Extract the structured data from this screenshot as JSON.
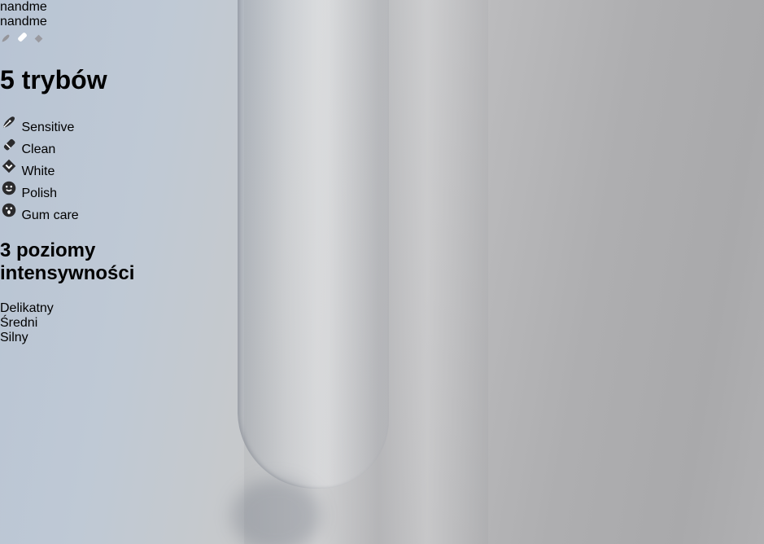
{
  "modes_panel": {
    "title": "5 trybów",
    "items": [
      {
        "label": "Sensitive",
        "icon": "pen-icon"
      },
      {
        "label": "Clean",
        "icon": "eraser-icon"
      },
      {
        "label": "White",
        "icon": "diamond-check-icon"
      },
      {
        "label": "Polish",
        "icon": "smiley-icon"
      },
      {
        "label": "Gum care",
        "icon": "open-mouth-icon"
      }
    ]
  },
  "intensity_panel": {
    "title_line1": "3 poziomy",
    "title_line2": "intensywności",
    "levels": [
      {
        "label": "Delikatny",
        "dots": [
          "on",
          "off",
          "off"
        ]
      },
      {
        "label": "Średni",
        "dots": [
          "on",
          "on",
          "off"
        ]
      },
      {
        "label": "Silny",
        "dots": [
          "on",
          "on",
          "on"
        ]
      }
    ]
  },
  "product": {
    "brand": "nandme"
  },
  "colors": {
    "panel_border": "#4b5158",
    "modes_panel_bg": "#e0e7f0",
    "intensity_panel_bg": "#eeeff0",
    "pill_bg": "#d9d9da",
    "dot_on": "#ffffff",
    "dot_off": "#8c8d8f",
    "connector": "#2d2e30",
    "text_dark": "#38393d",
    "background_left": "#b8c4d4",
    "background_right": "#a9a9ab"
  }
}
